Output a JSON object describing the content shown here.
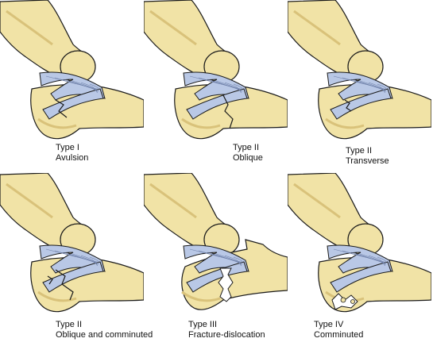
{
  "colors": {
    "bone": "#f1e3a6",
    "bone_shadow": "#d9c27a",
    "ligament": "#b9c8e6",
    "ligament_line": "#6d7fa8",
    "outline": "#1a1a1a"
  },
  "panels": [
    {
      "type_label": "Type I",
      "desc": "Avulsion",
      "fracture": "avulsion"
    },
    {
      "type_label": "Type II",
      "desc": "Oblique",
      "fracture": "oblique"
    },
    {
      "type_label": "Type II",
      "desc": "Transverse",
      "fracture": "transverse"
    },
    {
      "type_label": "Type II",
      "desc": "Oblique and comminuted",
      "fracture": "oblique-comminuted"
    },
    {
      "type_label": "Type III",
      "desc": "Fracture-dislocation",
      "fracture": "fracture-dislocation"
    },
    {
      "type_label": "Type IV",
      "desc": "Comminuted",
      "fracture": "comminuted"
    }
  ]
}
